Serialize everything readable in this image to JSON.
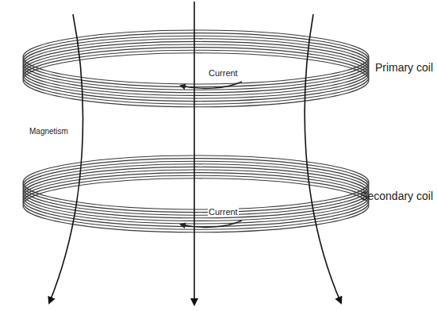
{
  "diagram": {
    "labels": [
      "Primary coil",
      "Current",
      "Secondary coil",
      "Current",
      "Magnetism"
    ]
  }
}
